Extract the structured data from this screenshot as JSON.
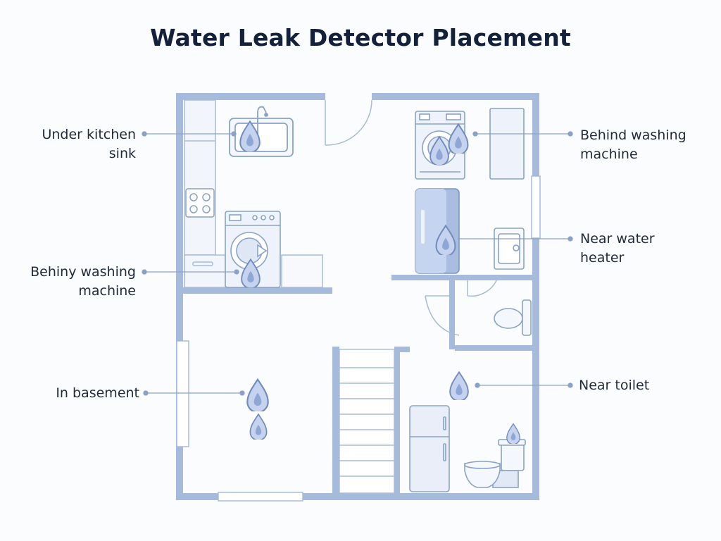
{
  "title": "Water Leak Detector Placement",
  "labels": {
    "under_kitchen_sink": "Under kitchen\nsink",
    "behind_washing_machine_left": "Behiny washing\nmachine",
    "in_basement": "In basement",
    "behind_washing_machine_right": "Behind washing\nmachine",
    "near_water_heater": "Near water\nheater",
    "near_toilet": "Near toilet"
  },
  "colors": {
    "wall": "#a6bbdc",
    "line": "#8aa2c8",
    "fill": "#e9eef8",
    "drop": "#c5d3ee",
    "text": "#1f2a3a",
    "title": "#14213a"
  }
}
